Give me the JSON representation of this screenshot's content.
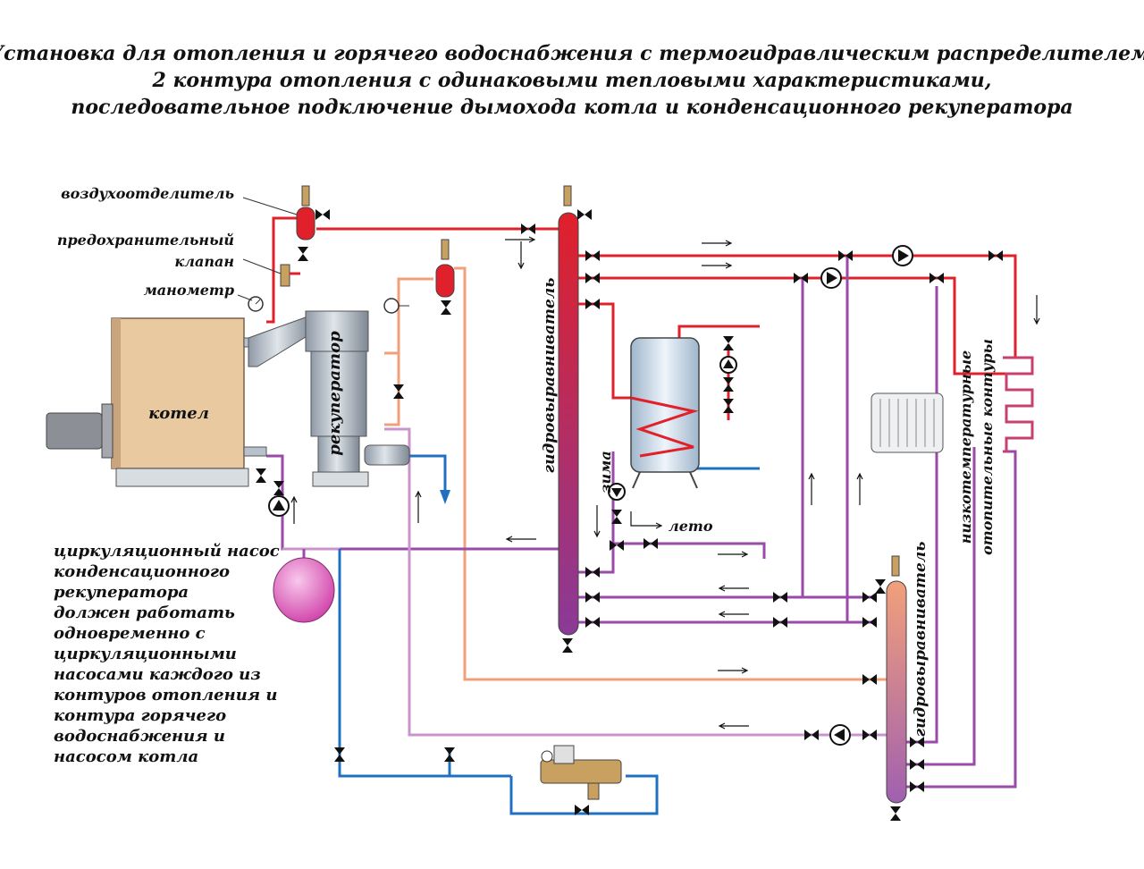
{
  "title": {
    "line1": "Установка для отопления и горячего водоснабжения с термогидравлическим распределителем.",
    "line2": "2 контура отопления с одинаковыми тепловыми характеристиками,",
    "line3": "последовательное подключение дымохода котла и конденсационного рекуператора"
  },
  "labels": {
    "air_separator": "воздухоотделитель",
    "safety_valve_1": "предохранительный",
    "safety_valve_2": "клапан",
    "manometer": "манометр",
    "boiler": "котел",
    "recuperator": "рекуператор",
    "hydro_separator_main": "гидровыравниватель",
    "hydro_separator_second": "гидровыравниватель",
    "winter": "зима",
    "summer": "лето",
    "low_temp_1": "низкотемпературные",
    "low_temp_2": "отопительные контуры"
  },
  "note": {
    "line1": "циркуляционный насос",
    "line2": "конденсационного",
    "line3": "рекуператора",
    "line4": "должен работать",
    "line5": "одновременно с",
    "line6": "циркуляционными",
    "line7": "насосами каждого из",
    "line8": "контуров отопления и",
    "line9": "контура горячего",
    "line10": "водоснабжения и",
    "line11": "насосом котла"
  },
  "colors": {
    "supply_hot": "#e0202a",
    "supply_warm": "#f0a07a",
    "return": "#9a4aa8",
    "return_light": "#c896cc",
    "cold_water": "#2070c0",
    "boiler_body": "#e8c9a0",
    "expansion_tank": "#e070c0"
  }
}
